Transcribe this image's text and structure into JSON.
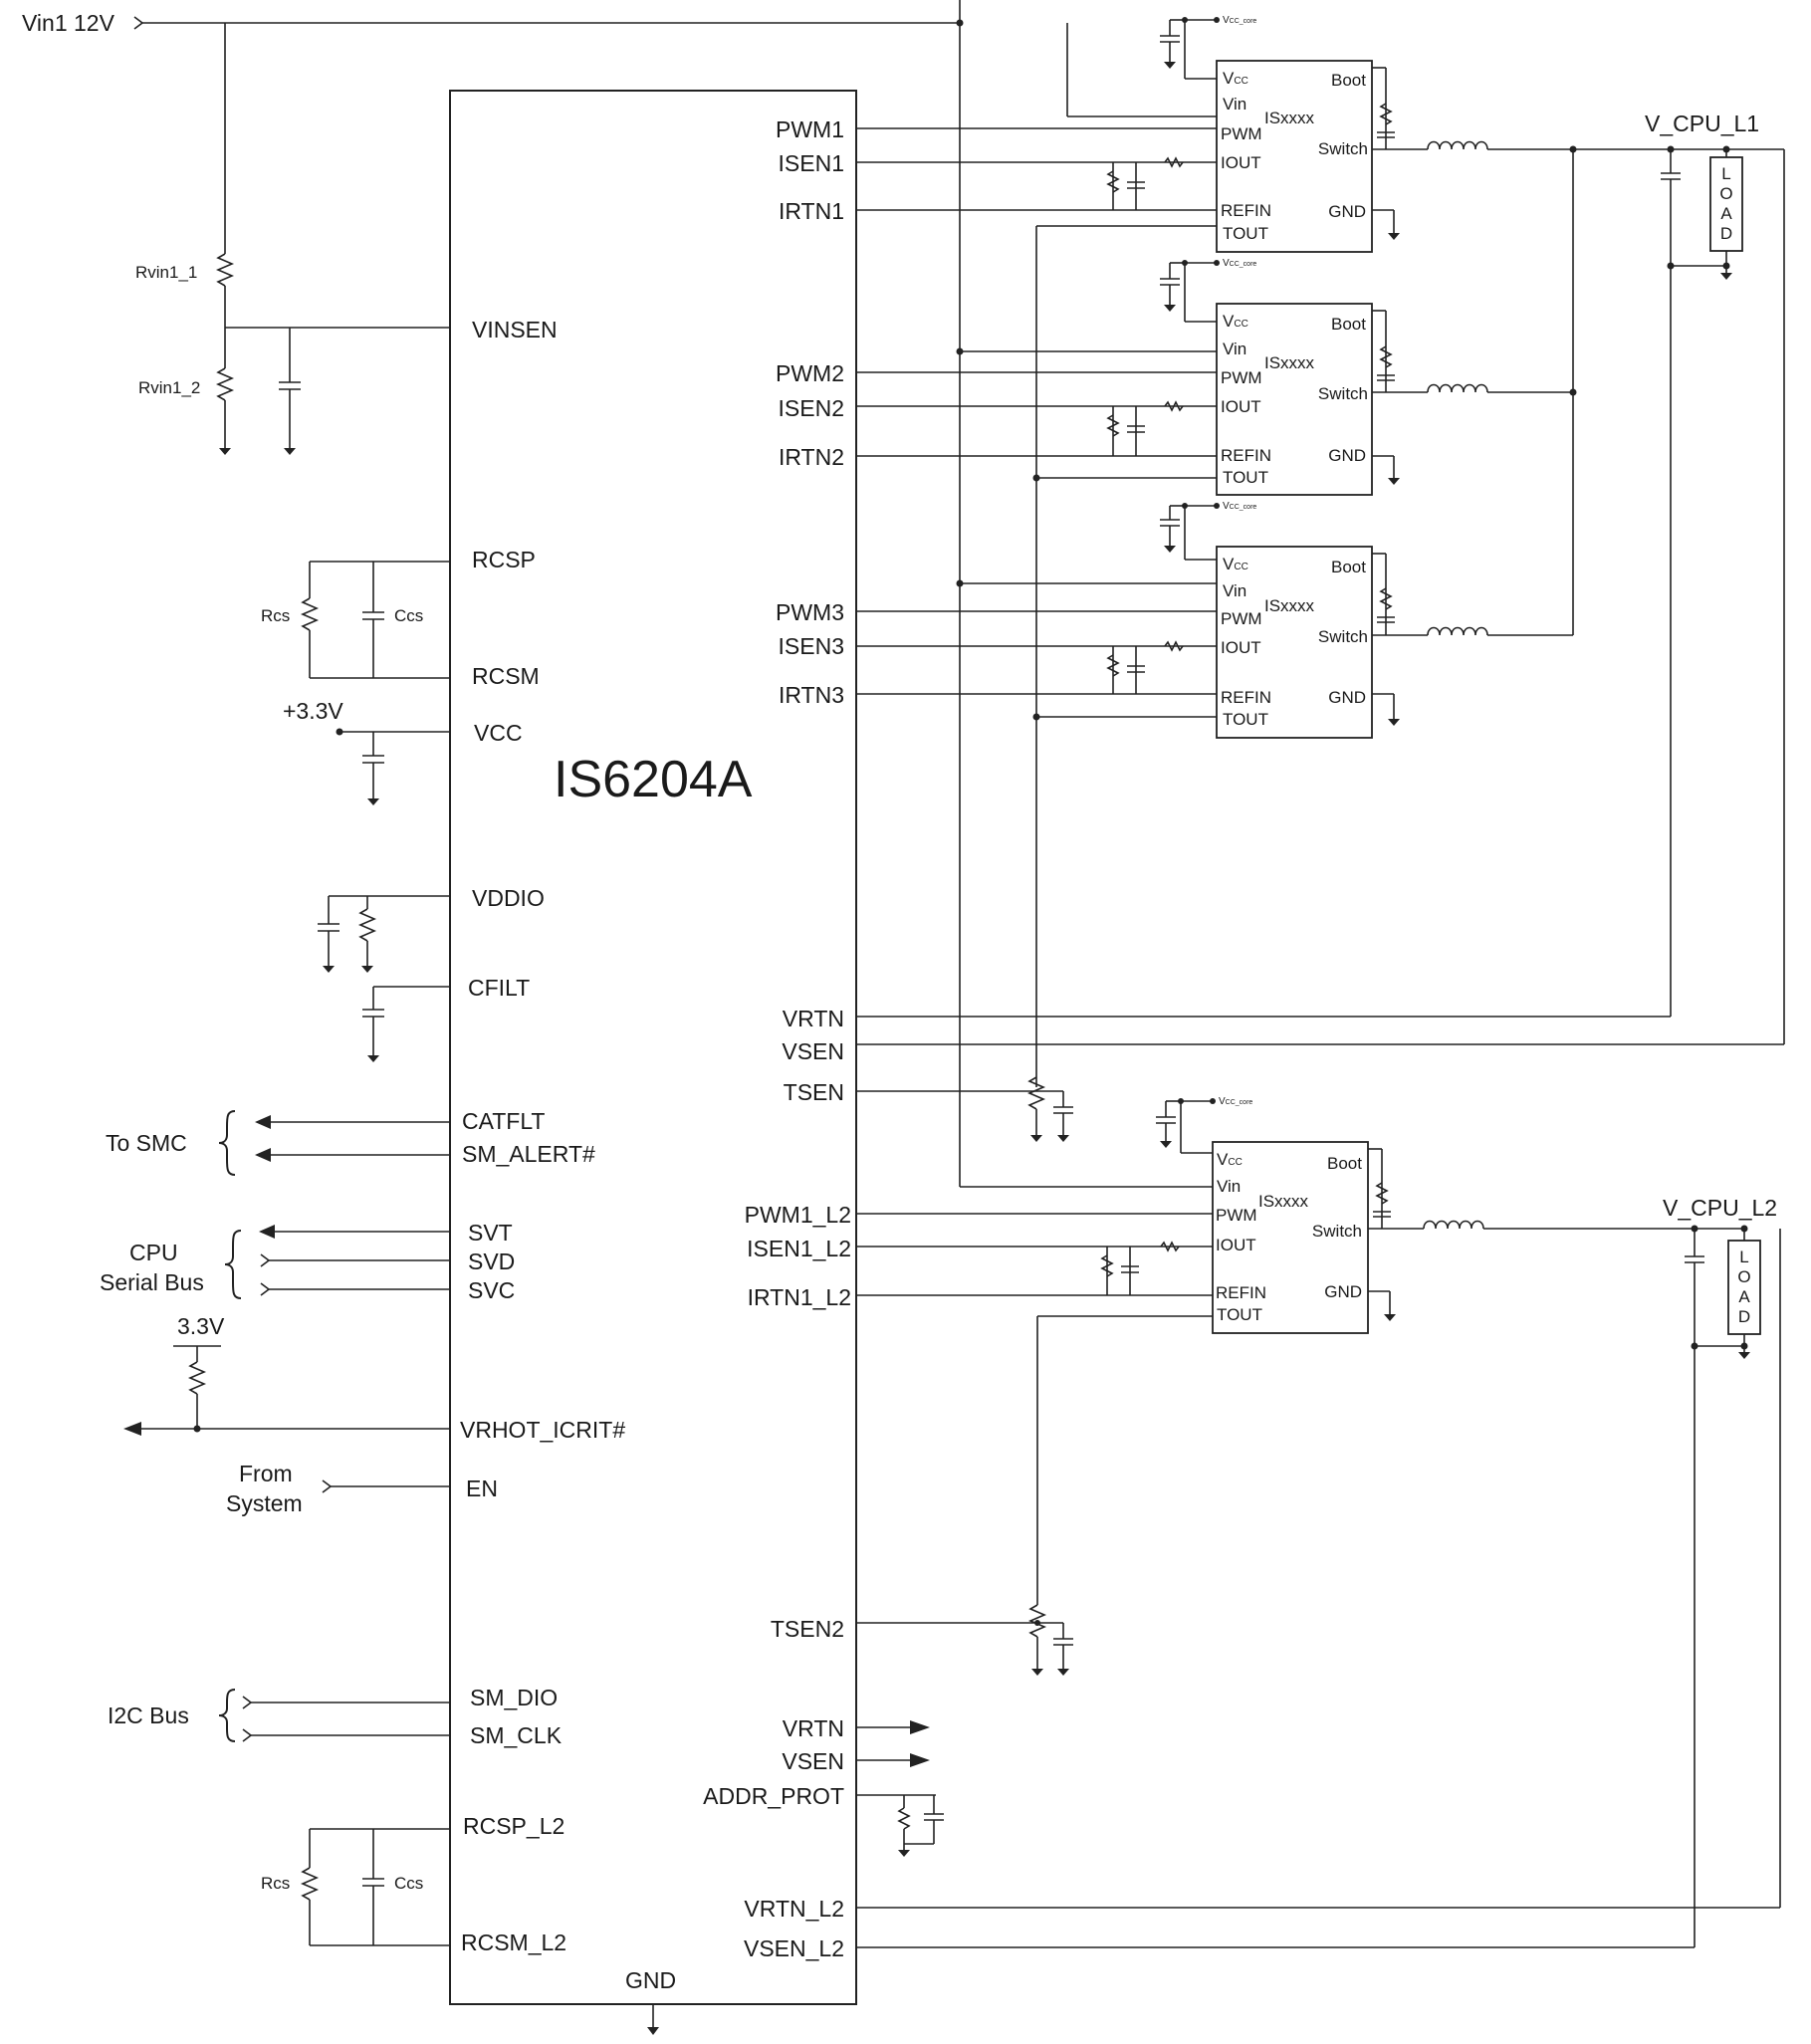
{
  "main_ic": {
    "name": "IS6204A",
    "left_pins": [
      "VINSEN",
      "RCSP",
      "RCSM",
      "VCC",
      "VDDIO",
      "CFILT",
      "CATFLT",
      "SM_ALERT#",
      "SVT",
      "SVD",
      "SVC",
      "VRHOT_ICRIT#",
      "EN",
      "SM_DIO",
      "SM_CLK",
      "RCSP_L2",
      "RCSM_L2"
    ],
    "right_pins": [
      "PWM1",
      "ISEN1",
      "IRTN1",
      "PWM2",
      "ISEN2",
      "IRTN2",
      "PWM3",
      "ISEN3",
      "IRTN3",
      "VRTN",
      "VSEN",
      "TSEN",
      "PWM1_L2",
      "ISEN1_L2",
      "IRTN1_L2",
      "TSEN2",
      "VRTN",
      "VSEN",
      "ADDR_PROT",
      "VRTN_L2",
      "VSEN_L2"
    ],
    "gnd": "GND"
  },
  "labels": {
    "vin": "Vin1 12V",
    "rvin1": "Rvin1_1",
    "rvin2": "Rvin1_2",
    "rcs": "Rcs",
    "ccs": "Ccs",
    "vcc_supply": "+3.3V",
    "pullup": "3.3V",
    "to_smc": "To SMC",
    "cpu_bus_1": "CPU",
    "cpu_bus_2": "Serial Bus",
    "from_system_1": "From",
    "from_system_2": "System",
    "i2c": "I2C Bus",
    "rcs2": "Rcs",
    "ccs2": "Ccs"
  },
  "stage": {
    "name": "ISxxxx",
    "vcc_main": "V",
    "vcc_sub": "CC",
    "vcc_core_main": "V",
    "vcc_core_sub": "CC_core",
    "pins_left": [
      "Vin",
      "PWM",
      "IOUT",
      "REFIN",
      "TOUT"
    ],
    "pins_right": [
      "Boot",
      "Switch",
      "GND"
    ]
  },
  "outputs": {
    "rail1": "V_CPU_L1",
    "rail2": "V_CPU_L2",
    "load": [
      "L",
      "O",
      "A",
      "D"
    ]
  },
  "colors": {
    "ink": "#222222",
    "background": "#ffffff"
  }
}
